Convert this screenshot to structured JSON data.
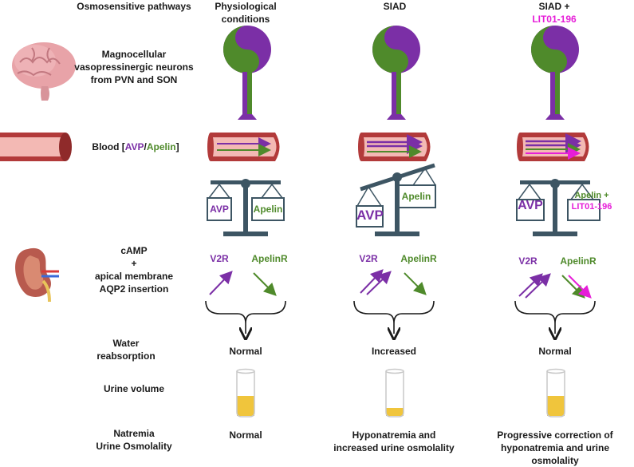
{
  "headers": {
    "osmo": "Osmosensitive pathways",
    "physio": "Physiological conditions",
    "siad": "SIAD",
    "siad_lit_prefix": "SIAD +",
    "siad_lit_drug": "LIT01-196"
  },
  "rows": {
    "neurons": "Magnocellular vasopressinergic neurons from PVN and SON",
    "blood_prefix": "Blood [",
    "blood_avp": "AVP",
    "blood_sep": "/",
    "blood_apelin": "Apelin",
    "blood_suffix": "]",
    "camp": "cAMP",
    "plus": "+",
    "apical": "apical membrane AQP2 insertion",
    "water": "Water reabsorption",
    "urine_volume": "Urine volume",
    "natremia": "Natremia",
    "urine_osmo": "Urine Osmolality"
  },
  "scales": {
    "avp": "AVP",
    "apelin": "Apelin",
    "apelin_plus": "Apelin +",
    "lit": "LIT01-196"
  },
  "receptors": {
    "v2r": "V2R",
    "apelinr": "ApelinR"
  },
  "results": {
    "physio_water": "Normal",
    "siad_water": "Increased",
    "lit_water": "Normal",
    "physio_natremia": "Normal",
    "siad_natremia": "Hyponatremia and increased urine osmolality",
    "lit_natremia": "Progressive correction of hyponatremia and urine osmolality"
  },
  "urine_fill": {
    "physio": 0.45,
    "siad": 0.18,
    "lit": 0.45
  },
  "colors": {
    "avp": "#7b2fa6",
    "apelin": "#4f8a2b",
    "lit": "#e61ed8",
    "scale": "#3d5563",
    "vessel_outer": "#b23a3a",
    "vessel_inner": "#f3b9b4",
    "urine": "#f0c53c",
    "tube": "#c8c8c8"
  }
}
